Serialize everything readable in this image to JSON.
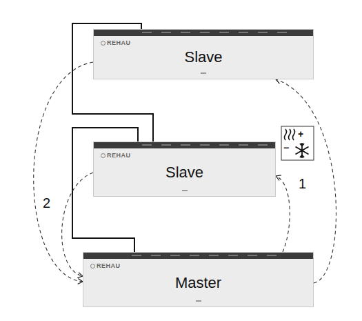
{
  "diagram": {
    "nodes": [
      {
        "text": [
          "REHAU",
          "Slave"
        ]
      },
      {
        "text": [
          "REHAU",
          "Slave"
        ]
      },
      {
        "text": [
          "REHAU",
          "Master"
        ]
      }
    ],
    "edges": [
      {
        "from": 0,
        "to": 1,
        "arrow": "none"
      },
      {
        "from": 1,
        "to": 2,
        "arrow": "none"
      },
      {
        "from": 2,
        "to": 0,
        "arrow": "to"
      },
      {
        "from": 2,
        "to": 1,
        "arrow": "to"
      },
      {
        "from": 0,
        "to": 2,
        "arrow": "to"
      },
      {
        "from": 1,
        "to": 2,
        "arrow": "to"
      }
    ],
    "labels": [
      "+",
      "−",
      "1",
      "2"
    ]
  }
}
